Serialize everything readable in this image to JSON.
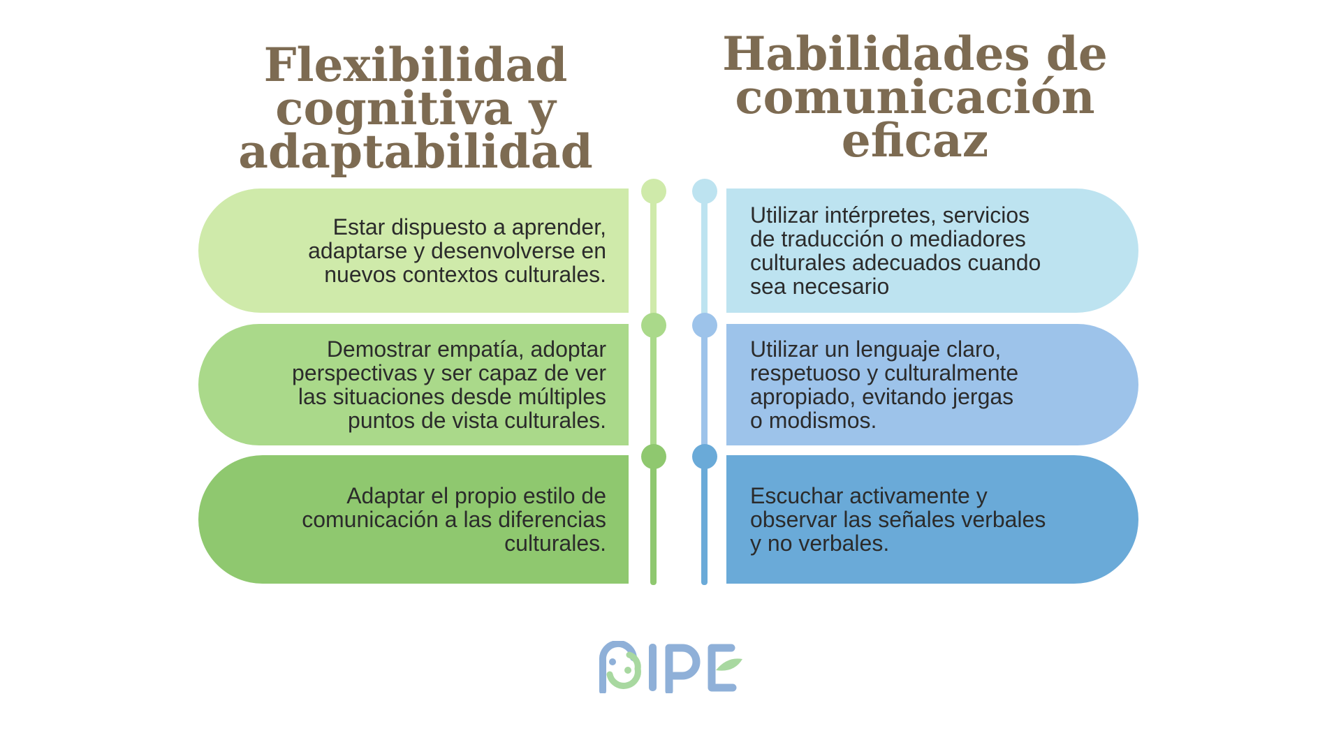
{
  "left_column": {
    "title": "Flexibilidad\ncognitiva y\nadaptabilidad",
    "items": [
      {
        "text": "Estar dispuesto a aprender,\nadaptarse y desenvolverse en\nnuevos contextos culturales.",
        "color": "#cfeaaa"
      },
      {
        "text": "Demostrar empatía, adoptar\nperspectivas y ser capaz de ver\nlas situaciones desde múltiples\npuntos de vista culturales.",
        "color": "#aad98a"
      },
      {
        "text": "Adaptar el propio estilo de\ncomunicación a las diferencias\nculturales.",
        "color": "#8fc86f"
      }
    ]
  },
  "right_column": {
    "title": "Habilidades de\ncomunicación\neficaz",
    "items": [
      {
        "text": "Utilizar intérpretes, servicios\nde traducción o mediadores\nculturales adecuados cuando\nsea necesario",
        "color": "#bde3f0"
      },
      {
        "text": "Utilizar un lenguaje claro,\nrespetuoso y culturalmente\napropiado, evitando jergas\no modismos.",
        "color": "#9dc3ea"
      },
      {
        "text": "Escuchar activamente y\nobservar las señales verbales\ny no verbales.",
        "color": "#6aaad8"
      }
    ]
  },
  "colors": {
    "title": "#7d6b52",
    "logo_blue": "#8fb0d8",
    "logo_green": "#a8d8a0"
  },
  "logo": {
    "name": "pipe-logo"
  }
}
